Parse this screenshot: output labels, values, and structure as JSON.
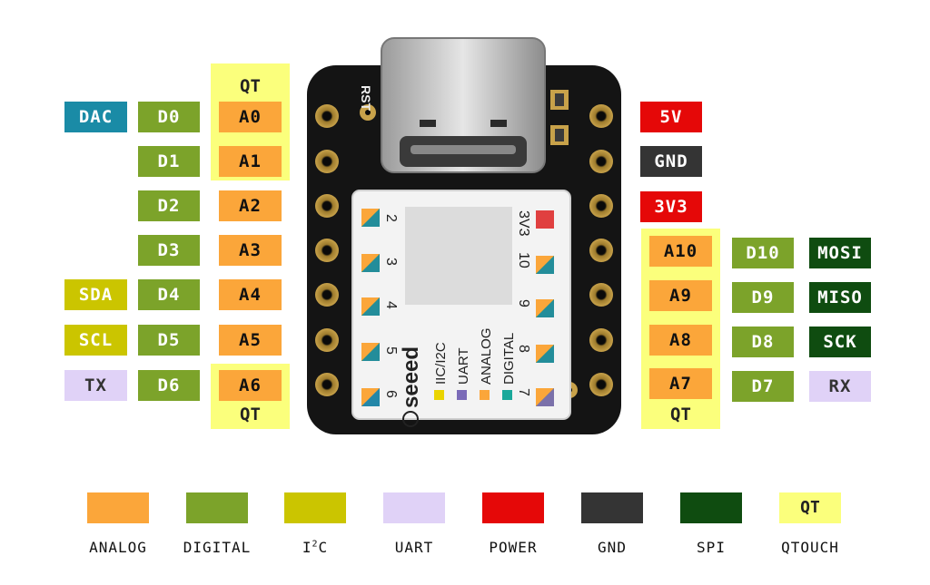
{
  "colors": {
    "analog": "#fba63a",
    "digital": "#7ca32a",
    "i2c": "#cbc500",
    "uart": "#e0d2f7",
    "power": "#e50808",
    "gnd": "#343434",
    "spi": "#0f4c10",
    "qtouch": "#fbff7c",
    "dac": "#1a8ba6"
  },
  "left": {
    "qt_top": "QT",
    "qt_bottom": "QT",
    "rows": [
      {
        "extra": "DAC",
        "extra_type": "dac",
        "digital": "D0",
        "analog": "A0"
      },
      {
        "extra": "",
        "extra_type": "",
        "digital": "D1",
        "analog": "A1"
      },
      {
        "extra": "",
        "extra_type": "",
        "digital": "D2",
        "analog": "A2"
      },
      {
        "extra": "",
        "extra_type": "",
        "digital": "D3",
        "analog": "A3"
      },
      {
        "extra": "SDA",
        "extra_type": "i2c",
        "digital": "D4",
        "analog": "A4"
      },
      {
        "extra": "SCL",
        "extra_type": "i2c",
        "digital": "D5",
        "analog": "A5"
      },
      {
        "extra": "TX",
        "extra_type": "uart",
        "digital": "D6",
        "analog": "A6"
      }
    ]
  },
  "right": {
    "qt_bottom": "QT",
    "power": [
      "5V",
      "GND",
      "3V3"
    ],
    "rows": [
      {
        "analog": "A10",
        "digital": "D10",
        "extra": "MOSI",
        "extra_type": "spi"
      },
      {
        "analog": "A9",
        "digital": "D9",
        "extra": "MISO",
        "extra_type": "spi"
      },
      {
        "analog": "A8",
        "digital": "D8",
        "extra": "SCK",
        "extra_type": "spi"
      },
      {
        "analog": "A7",
        "digital": "D7",
        "extra": "RX",
        "extra_type": "uart"
      }
    ]
  },
  "board": {
    "rst": "RST",
    "brand": "seeed",
    "left_pin_nums": [
      "2",
      "3",
      "4",
      "5",
      "6"
    ],
    "right_pin_nums": [
      "3V3",
      "10",
      "9",
      "8",
      "7"
    ],
    "chip_legend": [
      "IIC/I2C",
      "UART",
      "ANALOG",
      "DIGITAL"
    ]
  },
  "legend": [
    {
      "key": "analog",
      "label": "ANALOG"
    },
    {
      "key": "digital",
      "label": "DIGITAL"
    },
    {
      "key": "i2c",
      "label": "I2C",
      "base": "I",
      "sup": "2",
      "tail": "C"
    },
    {
      "key": "uart",
      "label": "UART"
    },
    {
      "key": "power",
      "label": "POWER"
    },
    {
      "key": "gnd",
      "label": "GND"
    },
    {
      "key": "spi",
      "label": "SPI"
    },
    {
      "key": "qtouch",
      "label": "QTOUCH",
      "swatch_text": "QT"
    }
  ]
}
